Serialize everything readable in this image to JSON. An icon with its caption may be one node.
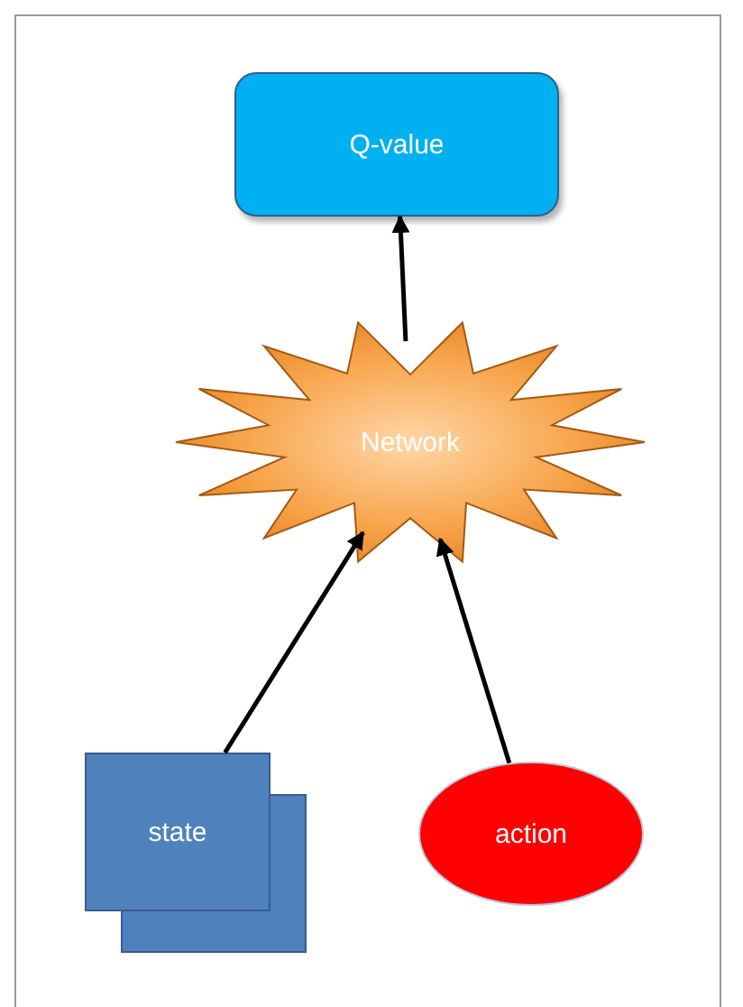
{
  "diagram": {
    "nodes": [
      {
        "text": [
          "Q-value"
        ]
      },
      {
        "text": [
          "Network"
        ]
      },
      {
        "text": [
          "state"
        ]
      },
      {
        "text": [
          "action"
        ]
      }
    ],
    "edges": [
      {
        "from": 1,
        "to": 0,
        "arrow": "to"
      },
      {
        "from": 2,
        "to": 1,
        "arrow": "to"
      },
      {
        "from": 3,
        "to": 1,
        "arrow": "to"
      }
    ]
  }
}
